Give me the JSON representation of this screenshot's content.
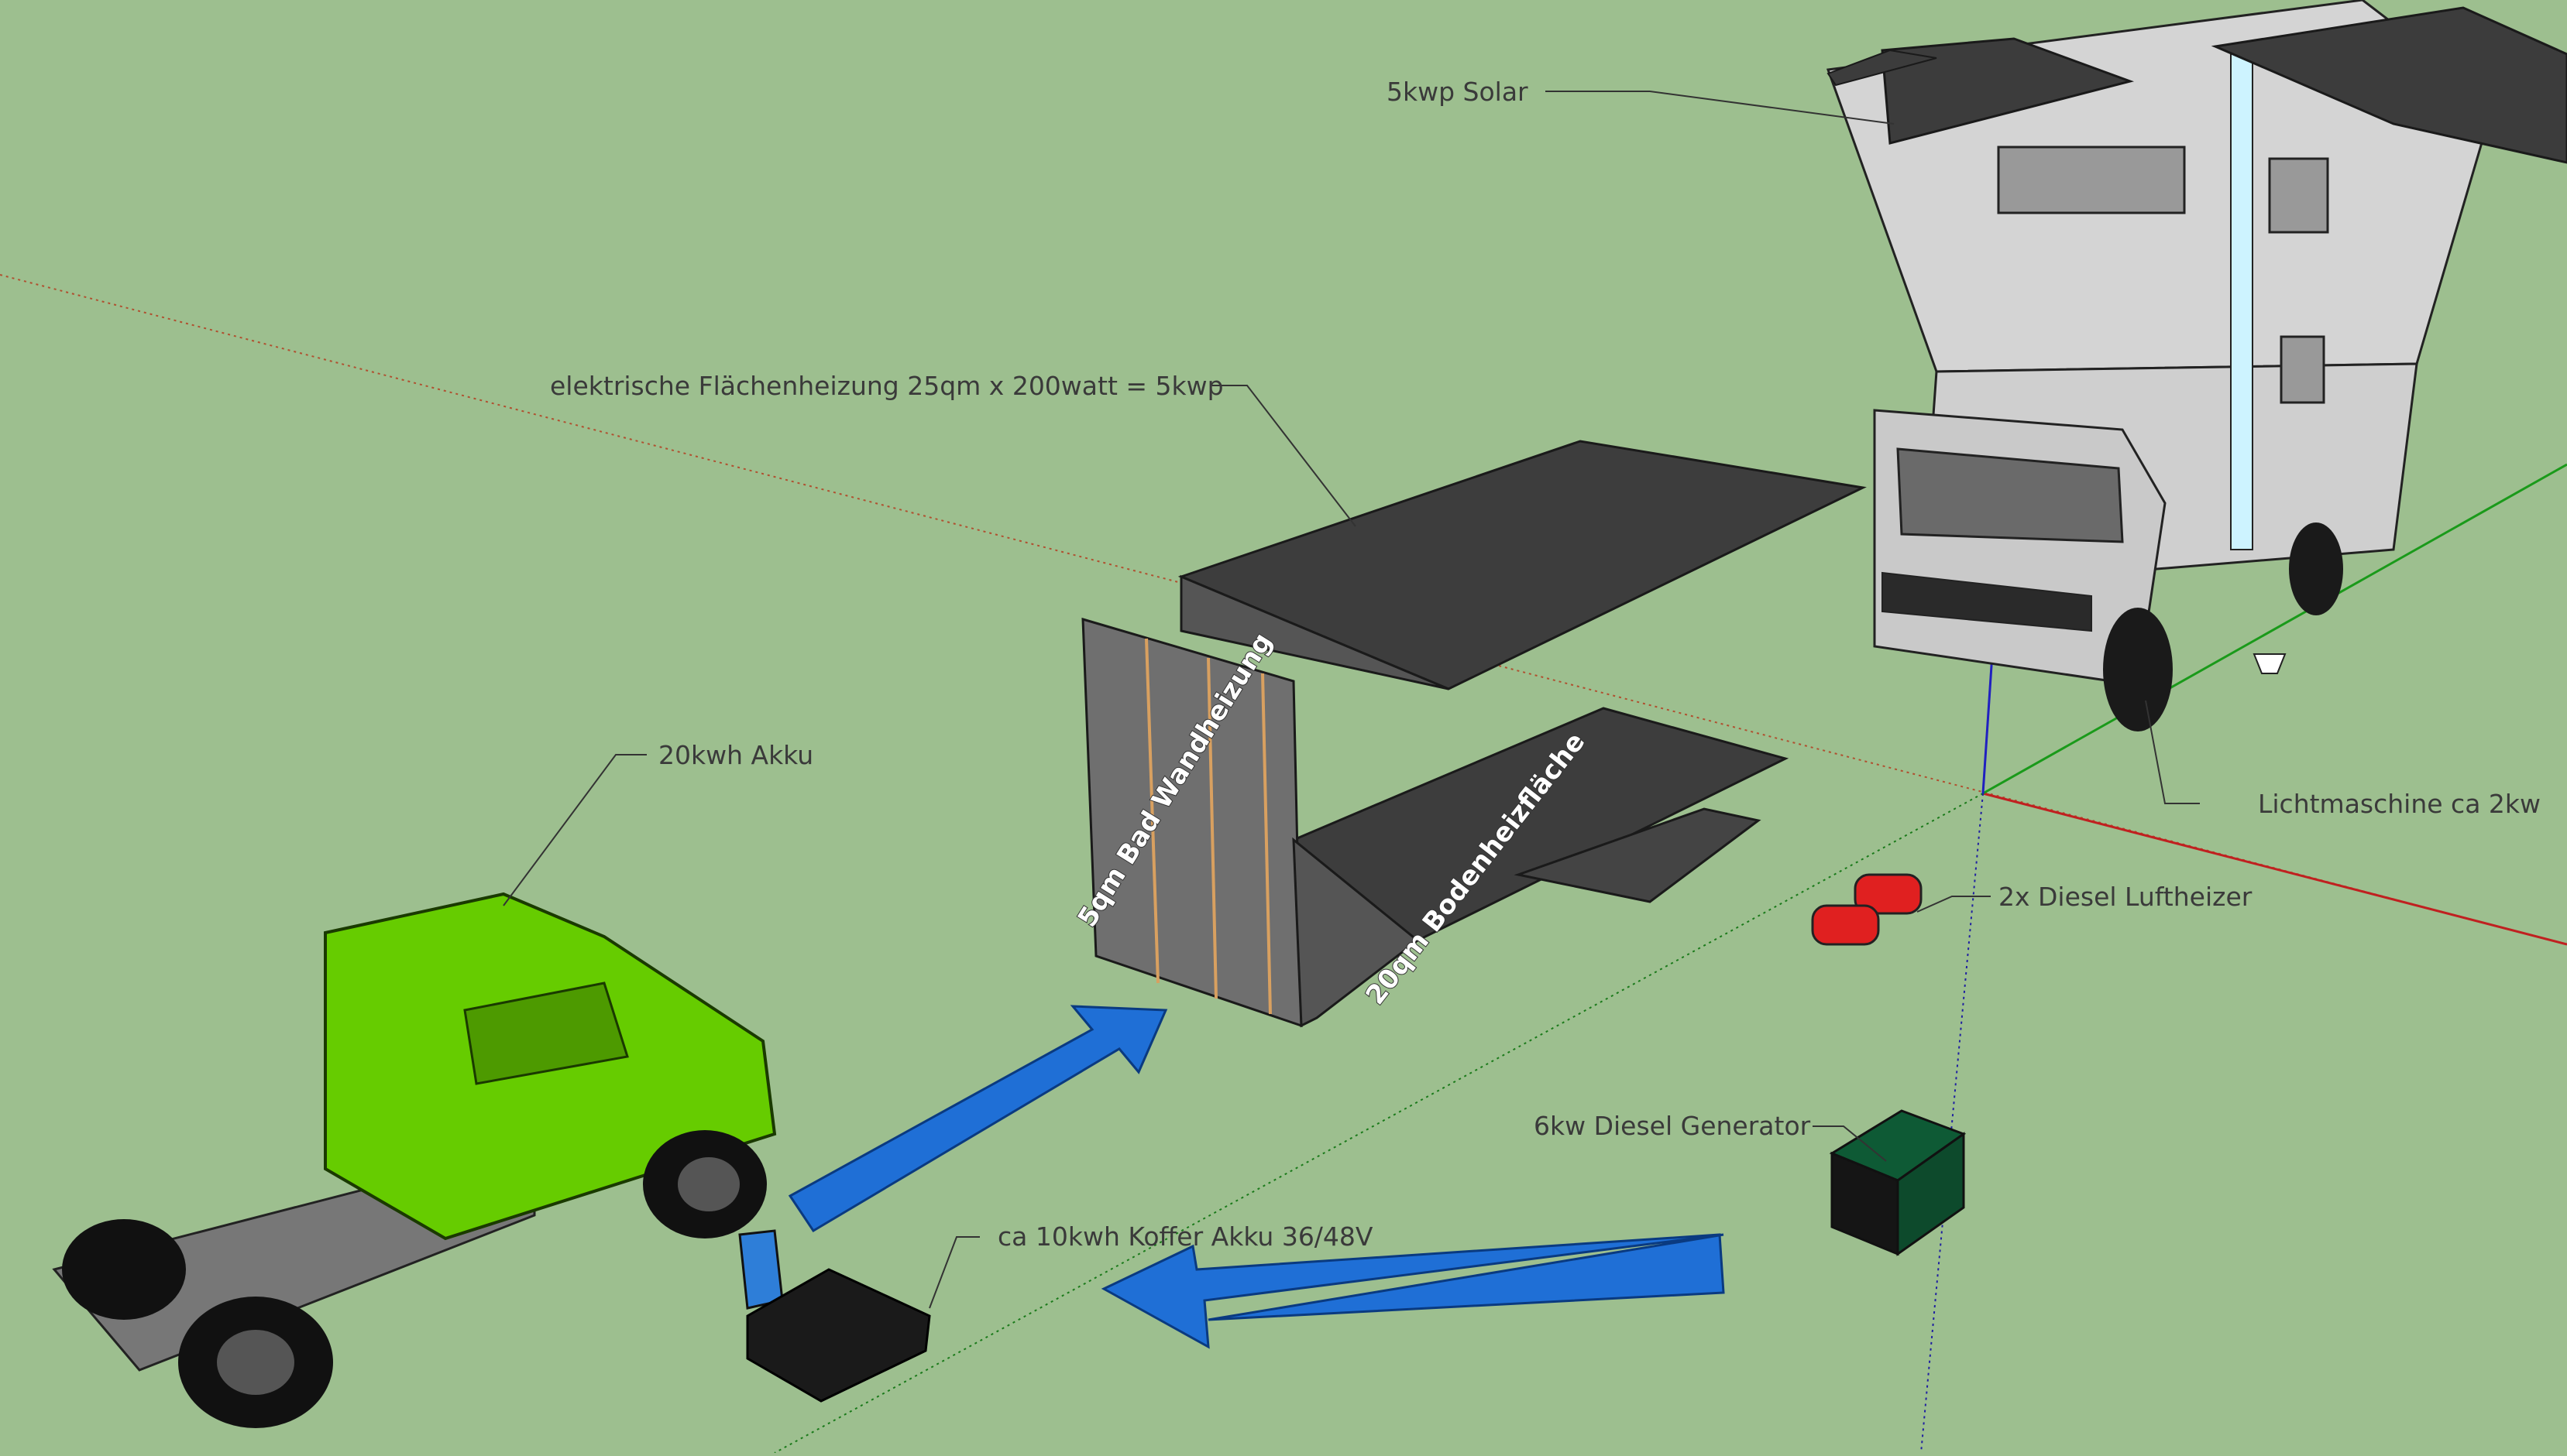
{
  "labels": {
    "solar": "5kwp Solar",
    "heating": "elektrische Flächenheizung 25qm x 200watt = 5kwp",
    "akku20": "20kwh Akku",
    "lichtmaschine": "Lichtmaschine ca 2kw",
    "luftheizer": "2x Diesel Luftheizer",
    "generator": "6kw Diesel Generator",
    "koffer": "ca 10kwh Koffer Akku 36/48V"
  },
  "panel_labels": {
    "wall": "5qm Bad Wandheizung",
    "floor": "20qm Bodenheizfläche"
  },
  "colors": {
    "background": "#9dbf8f",
    "arrow_blue": "#1f6fd6",
    "akku_green": "#66cc00",
    "generator_green": "#0e5a35",
    "heater_red": "#e02020",
    "panel_dark": "#3a3a3a",
    "truck_body": "#d9d9d9",
    "roof_panel": "#3c3c3c"
  }
}
